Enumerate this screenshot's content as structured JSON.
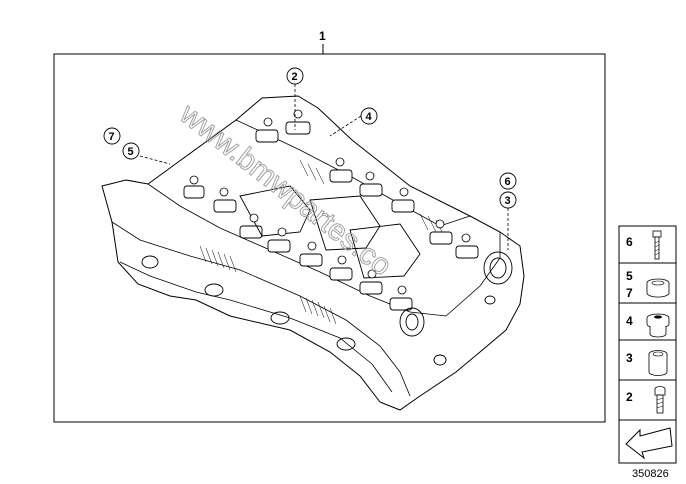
{
  "main_label": "1",
  "callouts": {
    "c2": "2",
    "c4": "4",
    "c7": "7",
    "c5": "5",
    "c6": "6",
    "c3": "3"
  },
  "legend": [
    {
      "numbers": [
        "6"
      ],
      "icon": "bolt-icon"
    },
    {
      "numbers": [
        "5",
        "7"
      ],
      "icon": "seal-ring-icon"
    },
    {
      "numbers": [
        "4"
      ],
      "icon": "screw-plug-icon"
    },
    {
      "numbers": [
        "3"
      ],
      "icon": "bushing-icon"
    },
    {
      "numbers": [
        "2"
      ],
      "icon": "short-bolt-icon"
    },
    {
      "numbers": [],
      "icon": "arrow-icon"
    }
  ],
  "watermark": "www.bmwpartes.co",
  "document_number": "350826"
}
